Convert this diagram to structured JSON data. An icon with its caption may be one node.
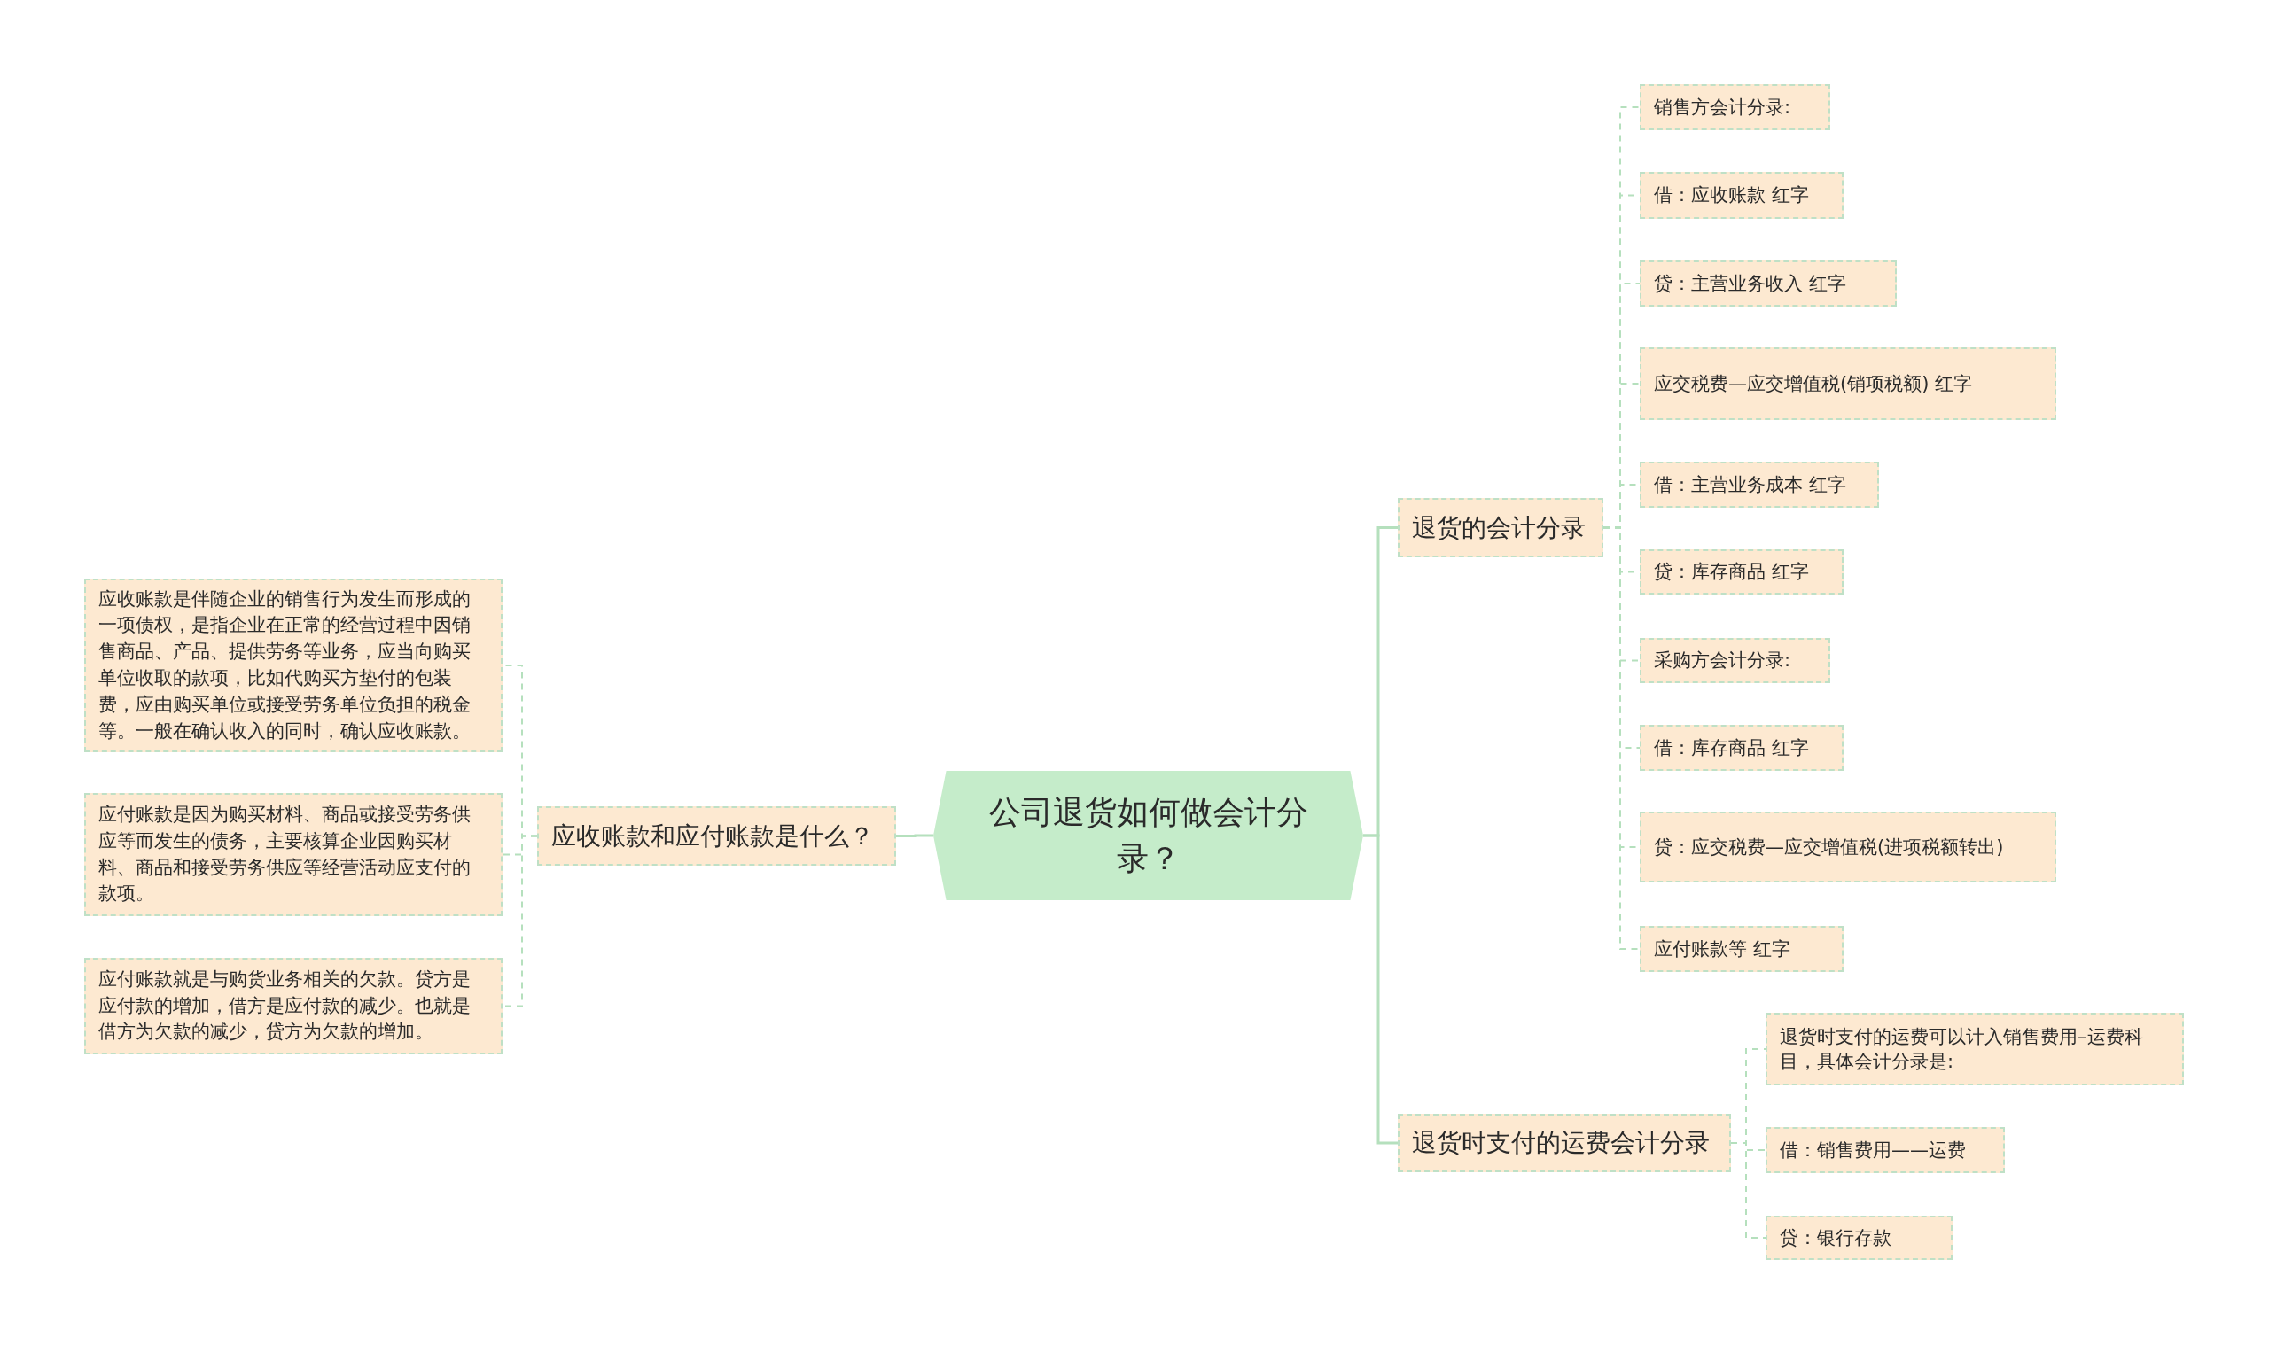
{
  "diagram": {
    "nodes": [
      {
        "text": [
          "公司退货如何做会计分录？"
        ]
      },
      {
        "text": [
          "应收账款和应付账款是什么？"
        ]
      },
      {
        "text": [
          "应收账款是伴随企业的销售行为发生而形成的一项债权，是指企业在正常的经营过程中因销售商品、产品、提供劳务等业务，应当向购买单位收取的款项，比如代购买方垫付的包装费，应由购买单位或接受劳务单位负担的税金等。一般在确认收入的同时，确认应收账款。"
        ]
      },
      {
        "text": [
          "应付账款是因为购买材料、商品或接受劳务供应等而发生的债务，主要核算企业因购买材料、商品和接受劳务供应等经营活动应支付的款项。"
        ]
      },
      {
        "text": [
          "应付账款就是与购货业务相关的欠款。贷方是应付款的增加，借方是应付款的减少。也就是借方为欠款的减少，贷方为欠款的增加。"
        ]
      },
      {
        "text": [
          "退货的会计分录"
        ]
      },
      {
        "text": [
          "销售方会计分录:"
        ]
      },
      {
        "text": [
          "借：应收账款 红字"
        ]
      },
      {
        "text": [
          "贷：主营业务收入 红字"
        ]
      },
      {
        "text": [
          "应交税费—应交增值税(销项税额) 红字"
        ]
      },
      {
        "text": [
          "借：主营业务成本 红字"
        ]
      },
      {
        "text": [
          "贷：库存商品 红字"
        ]
      },
      {
        "text": [
          "采购方会计分录:"
        ]
      },
      {
        "text": [
          "借：库存商品 红字"
        ]
      },
      {
        "text": [
          "贷：应交税费—应交增值税(进项税额转出)"
        ]
      },
      {
        "text": [
          "应付账款等 红字"
        ]
      },
      {
        "text": [
          "退货时支付的运费会计分录"
        ]
      },
      {
        "text": [
          "退货时支付的运费可以计入销售费用–运费科目，具体会计分录是:"
        ]
      },
      {
        "text": [
          "借：销售费用——运费"
        ]
      },
      {
        "text": [
          "贷：银行存款"
        ]
      }
    ],
    "edges": [
      {
        "from": 0,
        "to": 1,
        "arrow": "none"
      },
      {
        "from": 1,
        "to": 2,
        "arrow": "none",
        "style": "dashed"
      },
      {
        "from": 1,
        "to": 3,
        "arrow": "none",
        "style": "dashed"
      },
      {
        "from": 1,
        "to": 4,
        "arrow": "none",
        "style": "dashed"
      },
      {
        "from": 0,
        "to": 5,
        "arrow": "none"
      },
      {
        "from": 5,
        "to": 6,
        "arrow": "none",
        "style": "dashed"
      },
      {
        "from": 5,
        "to": 7,
        "arrow": "none",
        "style": "dashed"
      },
      {
        "from": 5,
        "to": 8,
        "arrow": "none",
        "style": "dashed"
      },
      {
        "from": 5,
        "to": 9,
        "arrow": "none",
        "style": "dashed"
      },
      {
        "from": 5,
        "to": 10,
        "arrow": "none",
        "style": "dashed"
      },
      {
        "from": 5,
        "to": 11,
        "arrow": "none",
        "style": "dashed"
      },
      {
        "from": 5,
        "to": 12,
        "arrow": "none",
        "style": "dashed"
      },
      {
        "from": 5,
        "to": 13,
        "arrow": "none",
        "style": "dashed"
      },
      {
        "from": 5,
        "to": 14,
        "arrow": "none",
        "style": "dashed"
      },
      {
        "from": 5,
        "to": 15,
        "arrow": "none",
        "style": "dashed"
      },
      {
        "from": 0,
        "to": 16,
        "arrow": "none"
      },
      {
        "from": 16,
        "to": 17,
        "arrow": "none",
        "style": "dashed"
      },
      {
        "from": 16,
        "to": 18,
        "arrow": "none",
        "style": "dashed"
      },
      {
        "from": 16,
        "to": 19,
        "arrow": "none",
        "style": "dashed"
      }
    ]
  }
}
